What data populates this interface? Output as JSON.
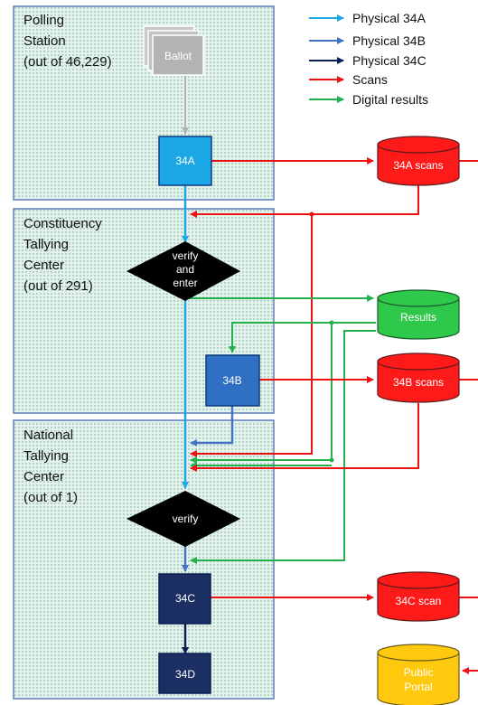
{
  "zones": {
    "polling": {
      "lines": [
        "Polling",
        "Station",
        "(out of 46,229)"
      ]
    },
    "constituency": {
      "lines": [
        "Constituency",
        "Tallying",
        "Center",
        "(out of 291)"
      ]
    },
    "national": {
      "lines": [
        "National",
        "Tallying",
        "Center",
        "(out of 1)"
      ]
    }
  },
  "legend": {
    "items": [
      {
        "label": "Physical 34A",
        "color": "#1ba7e6"
      },
      {
        "label": "Physical 34B",
        "color": "#4472c4"
      },
      {
        "label": "Physical 34C",
        "color": "#0b1f55"
      },
      {
        "label": "Scans",
        "color": "#ee1111"
      },
      {
        "label": "Digital results",
        "color": "#22b14c"
      }
    ]
  },
  "nodes": {
    "ballot": {
      "label": "Ballot"
    },
    "form_34a": {
      "label": "34A"
    },
    "verify_enter": {
      "lines": [
        "verify",
        "and",
        "enter"
      ]
    },
    "form_34b": {
      "label": "34B"
    },
    "verify": {
      "label": "verify"
    },
    "form_34c": {
      "label": "34C"
    },
    "form_34d": {
      "label": "34D"
    }
  },
  "stores": {
    "scans_34a": {
      "label": "34A scans"
    },
    "results": {
      "label": "Results"
    },
    "scans_34b": {
      "label": "34B scans"
    },
    "scan_34c": {
      "label": "34C scan"
    },
    "public_portal": {
      "lines": [
        "Public",
        "Portal"
      ]
    }
  },
  "colors": {
    "zone_fill": "#dff3ee",
    "zone_border": "#3b5ea8",
    "physical_34a": "#1ba7e6",
    "physical_34b": "#4472c4",
    "physical_34c": "#0b1f55",
    "scans": "#ee1111",
    "digital": "#22b14c",
    "ballot": "#b3b3b3",
    "store_red": "#ff1a1a",
    "store_green": "#2ec84a",
    "store_yellow": "#ffc90e"
  }
}
